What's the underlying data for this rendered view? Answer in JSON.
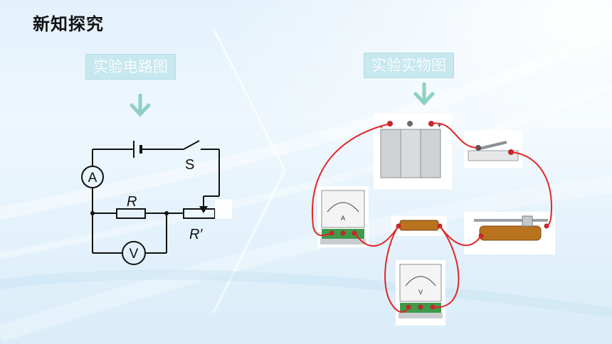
{
  "page": {
    "title": "新知探究"
  },
  "labels": {
    "circuit_diagram": "实验电路图",
    "physical_diagram": "实验实物图"
  },
  "circuit": {
    "ammeter": "A",
    "voltmeter": "V",
    "switch": "S",
    "resistor": "R",
    "rheostat": "R′"
  },
  "physical": {
    "battery_minus": "-",
    "battery_plus": "+",
    "ammeter_dial": "A",
    "voltmeter_dial": "V"
  },
  "colors": {
    "wire": "#e32626",
    "arrow": "#8fd0c4",
    "label_bg": "#c7e8ef"
  }
}
